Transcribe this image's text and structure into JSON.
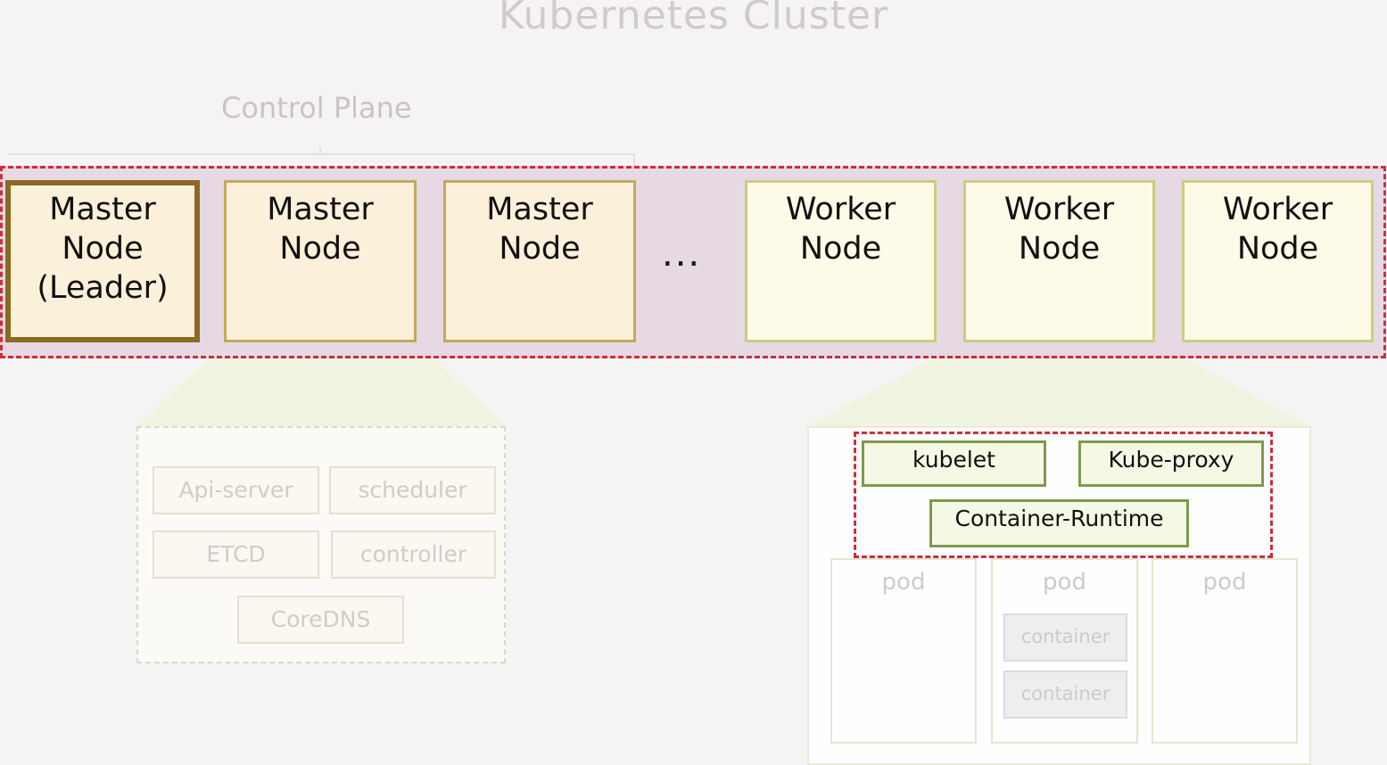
{
  "title": "Kubernetes Cluster",
  "control_plane_label": "Control Plane",
  "nodes": {
    "leader": [
      "Master",
      "Node",
      "(Leader)"
    ],
    "master2": [
      "Master",
      "Node"
    ],
    "master3": [
      "Master",
      "Node"
    ],
    "ellipsis": "...",
    "worker1": [
      "Worker",
      "Node"
    ],
    "worker2": [
      "Worker",
      "Node"
    ],
    "worker3": [
      "Worker",
      "Node"
    ]
  },
  "control_plane_components": {
    "api_server": "Api-server",
    "scheduler": "scheduler",
    "etcd": "ETCD",
    "controller": "controller",
    "coredns": "CoreDNS"
  },
  "worker_components": {
    "kubelet": "kubelet",
    "kube_proxy": "Kube-proxy",
    "container_runtime": "Container-Runtime"
  },
  "pods": {
    "pod1": "pod",
    "pod2": "pod",
    "pod3": "pod",
    "container1": "container",
    "container2": "container"
  },
  "colors": {
    "node_band_border": "#cc2e3c",
    "node_band_fill": "#e6d9e3",
    "master_fill": "#fbf0da",
    "leader_border": "#8a6a22",
    "worker_fill": "#fdfbe8",
    "worker_component_border": "#7d9b4c"
  }
}
